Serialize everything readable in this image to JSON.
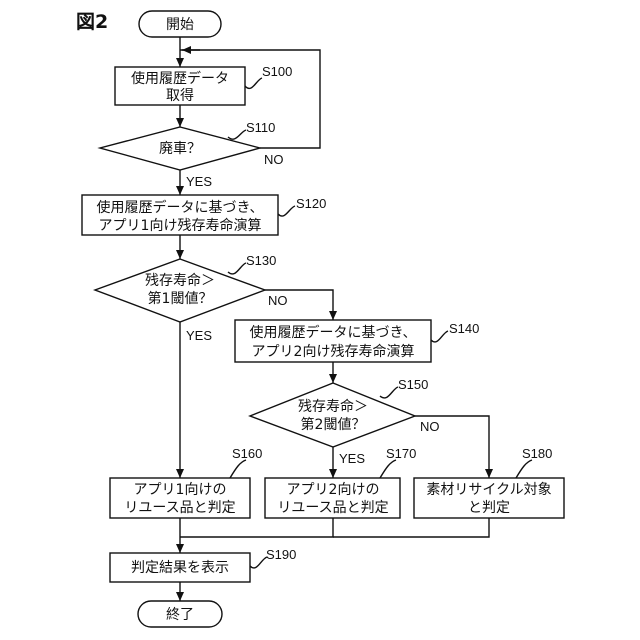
{
  "figure_label": "図2",
  "start": "開始",
  "end": "終了",
  "steps": {
    "s100": {
      "id": "S100",
      "lines": [
        "使用履歴データ",
        "取得"
      ]
    },
    "s110": {
      "id": "S110",
      "text": "廃車？"
    },
    "s120": {
      "id": "S120",
      "lines": [
        "使用履歴データに基づき、",
        "アプリ1向け残存寿命演算"
      ]
    },
    "s130": {
      "id": "S130",
      "lines": [
        "残存寿命＞",
        "第1閾値？"
      ]
    },
    "s140": {
      "id": "S140",
      "lines": [
        "使用履歴データに基づき、",
        "アプリ2向け残存寿命演算"
      ]
    },
    "s150": {
      "id": "S150",
      "lines": [
        "残存寿命＞",
        "第2閾値？"
      ]
    },
    "s160": {
      "id": "S160",
      "lines": [
        "アプリ1向けの",
        "リユース品と判定"
      ]
    },
    "s170": {
      "id": "S170",
      "lines": [
        "アプリ2向けの",
        "リユース品と判定"
      ]
    },
    "s180": {
      "id": "S180",
      "lines": [
        "素材リサイクル対象",
        "と判定"
      ]
    },
    "s190": {
      "id": "S190",
      "text": "判定結果を表示"
    }
  },
  "branch": {
    "yes": "YES",
    "no": "NO"
  }
}
